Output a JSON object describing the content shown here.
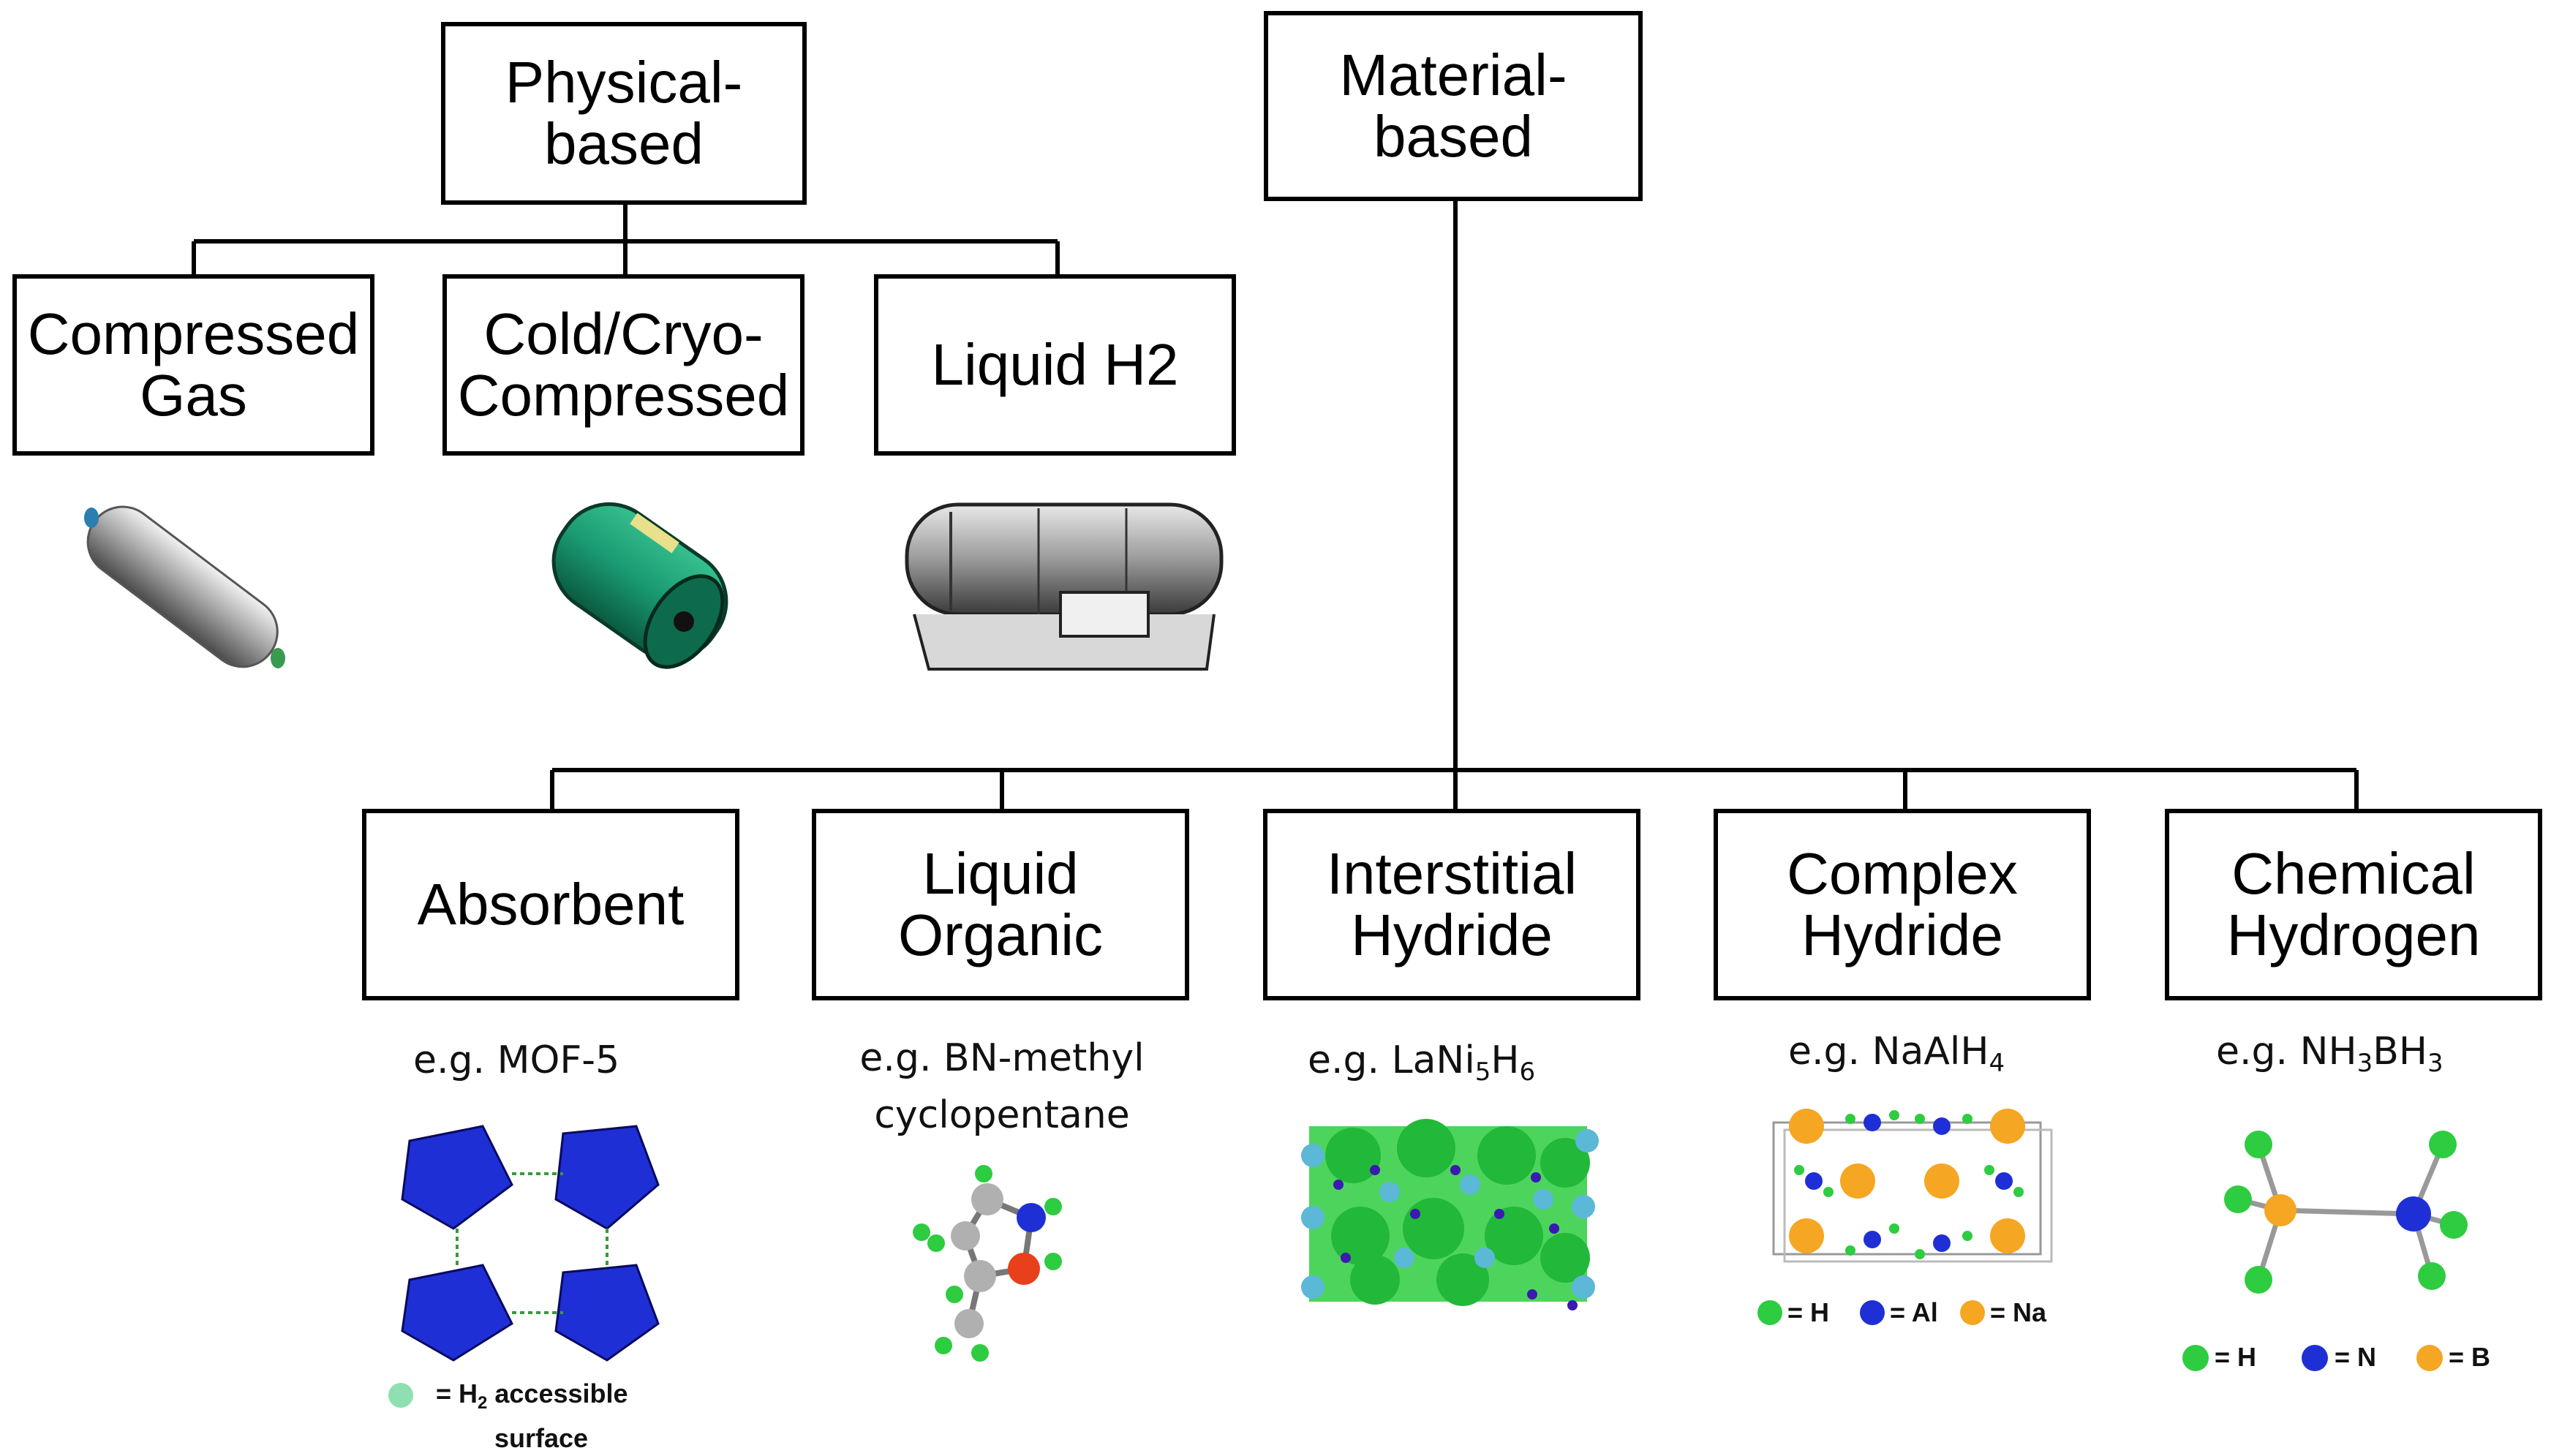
{
  "boxes": {
    "physical": "Physical-\nbased",
    "material": "Material-\nbased",
    "compressed_gas": "Compressed\nGas",
    "cryo": "Cold/Cryo-\nCompressed",
    "liquid_h2": "Liquid H2",
    "absorbent": "Absorbent",
    "liquid_organic": "Liquid\nOrganic",
    "interstitial": "Interstitial\nHydride",
    "complex": "Complex\nHydride",
    "chemical": "Chemical\nHydrogen"
  },
  "examples": {
    "prefix": "e.g.",
    "mof": "MOF-5",
    "bn_line1": "BN-methyl",
    "bn_line2": "cyclopentane",
    "la_a": "LaNi",
    "la_s1": "5",
    "la_b": "H",
    "la_s2": "6",
    "na_a": "NaAlH",
    "na_s1": "4",
    "nh_a": "NH",
    "nh_s1": "3",
    "nh_b": "BH",
    "nh_s2": "3"
  },
  "legends": {
    "mof_a": "= H",
    "mof_sub": "2",
    "mof_b": " accessible",
    "mof_c": "surface",
    "nah": "= H",
    "naal": "= Al",
    "nana": "= Na",
    "nhh": "= H",
    "nhn": "= N",
    "nhb": "= B"
  },
  "colors": {
    "hydrogen": "#2ecc40",
    "nitrogen_aluminium": "#1e2fd6",
    "boron_sodium": "#f5a623",
    "lanthanum": "#5bb8d6",
    "tank_green": "#1a9a72"
  }
}
